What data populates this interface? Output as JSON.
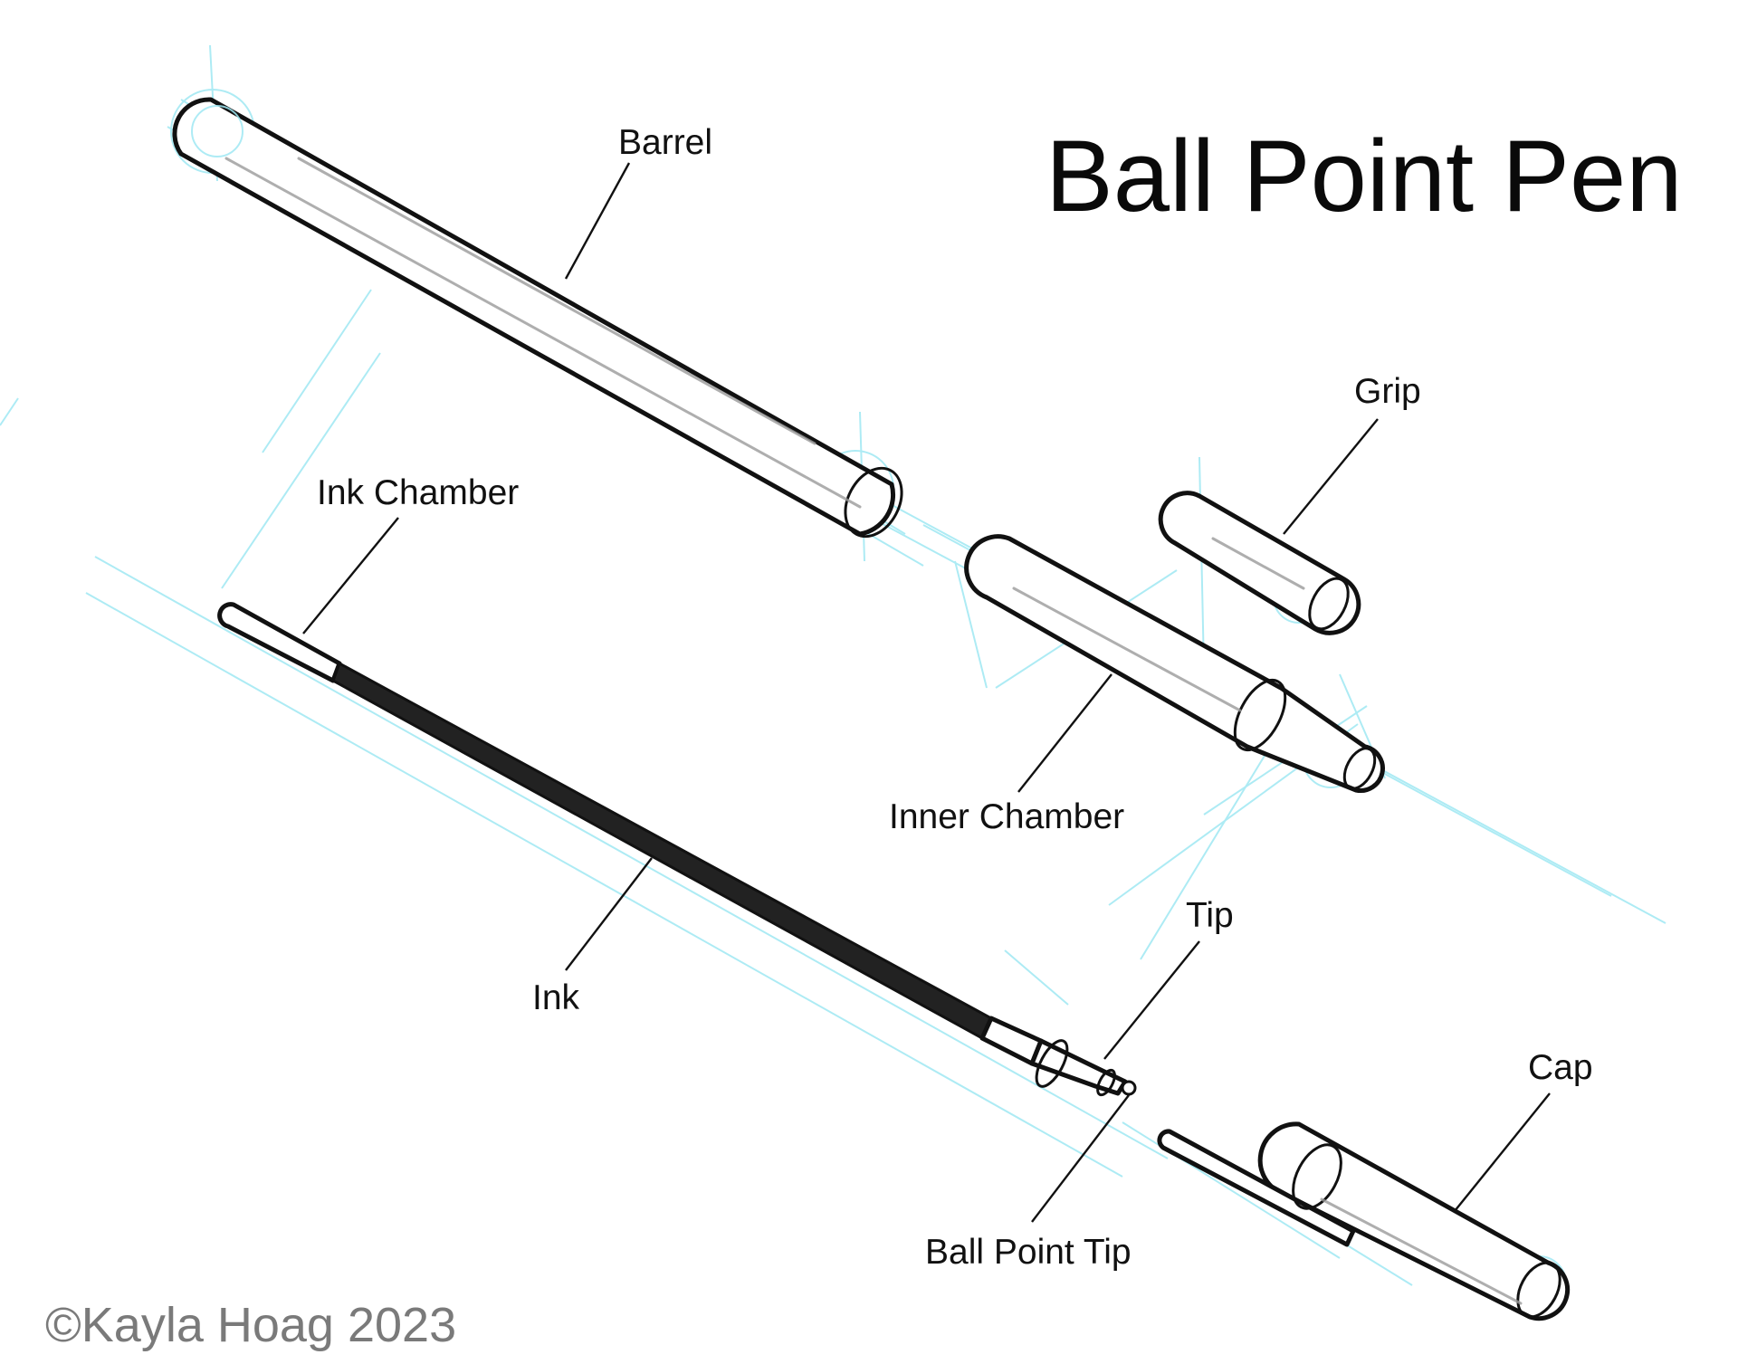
{
  "title": "Ball Point Pen",
  "copyright": "©Kayla Hoag 2023",
  "colors": {
    "sketch_lines": "#9fe8f3",
    "outline": "#111111",
    "shading": "#9a9a9a",
    "ink": "#222222",
    "copyright_text": "#7a7a7a"
  },
  "labels": {
    "barrel": "Barrel",
    "grip": "Grip",
    "ink_chamber": "Ink Chamber",
    "inner_chamber": "Inner Chamber",
    "tip": "Tip",
    "ink": "Ink",
    "ball_point_tip": "Ball Point Tip",
    "cap": "Cap"
  }
}
